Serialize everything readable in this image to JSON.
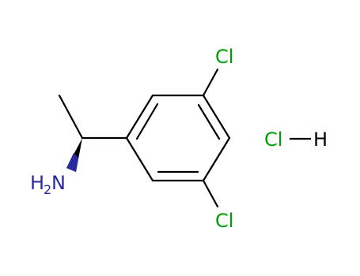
{
  "molecule": {
    "atoms": {
      "cl_top": "Cl",
      "cl_bottom": "Cl",
      "n_main": "N",
      "n_h": "H",
      "n_h_count": "2"
    },
    "salt": {
      "cl": "Cl",
      "h": "H"
    }
  },
  "colors": {
    "bond": "#000000",
    "chlorine": "#00a000",
    "nitrogen": "#2a2aa0"
  }
}
